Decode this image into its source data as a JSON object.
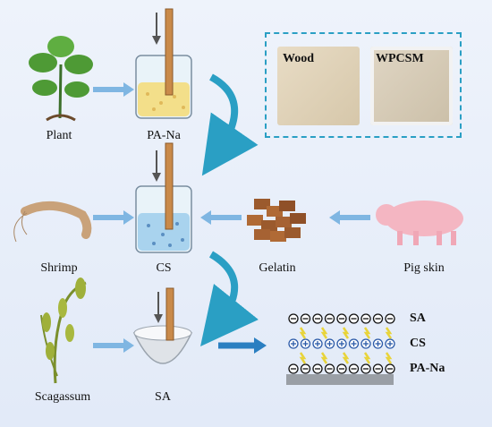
{
  "labels": {
    "plant": "Plant",
    "pa_na": "PA-Na",
    "shrimp": "Shrimp",
    "cs": "CS",
    "gelatin": "Gelatin",
    "pig_skin": "Pig skin",
    "seaweed": "Scagassum",
    "sa": "SA"
  },
  "inset": {
    "wood": "Wood",
    "wpcsm": "WPCSM"
  },
  "layers": {
    "top": "SA",
    "middle": "CS",
    "bottom": "PA-Na"
  },
  "colors": {
    "flow_arrow": "#2a9fc4",
    "solution_yellow": "#f3df8a",
    "solution_blue": "#a9d3ee",
    "positive_ion": "#2b5aa8",
    "negative_ion": "#111111"
  }
}
